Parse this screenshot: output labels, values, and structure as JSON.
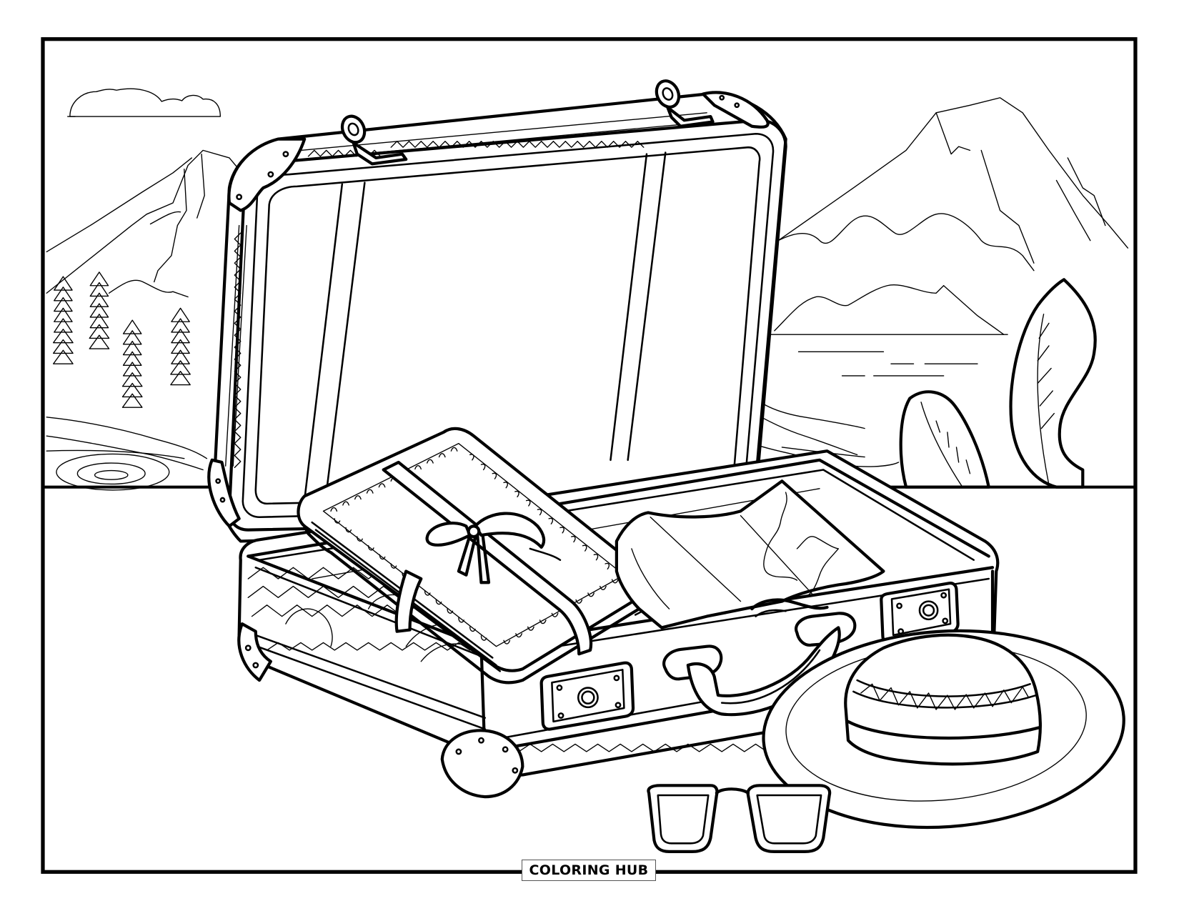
{
  "page": {
    "type": "coloring-page",
    "subject": "Open vintage suitcase with journal, map, sun hat and sunglasses in a mountain lake landscape",
    "background_color": "#ffffff",
    "line_color": "#000000"
  },
  "scene": {
    "background": [
      "cloud",
      "mountains",
      "pine-trees",
      "lake",
      "river",
      "bushes"
    ],
    "foreground": [
      "open-suitcase",
      "tied-journal",
      "folded-map",
      "sun-hat",
      "sunglasses"
    ]
  },
  "footer": {
    "brand_label": "COLORING HUB"
  }
}
